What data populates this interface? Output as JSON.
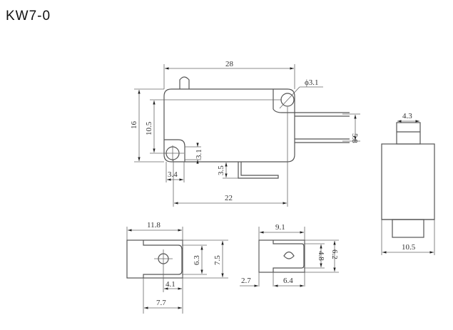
{
  "title": "KW7-0",
  "drawing": {
    "side_view": {
      "overall_length": "28",
      "mount_hole_dia": "ϕ3.1",
      "height": "16",
      "hole_spacing_v": "10.5",
      "hole_dia_small": "3.1",
      "hole_offset_x": "3.4",
      "hole_spacing_h": "22",
      "lever_offset": "3.5",
      "terminal_pitch": "5.8"
    },
    "end_view": {
      "plunger_width": "4.3",
      "body_width": "10.5"
    },
    "terminal_a": {
      "overall_width": "11.8",
      "slot_height": "6.3",
      "overall_height": "7.5",
      "hole_offset": "4.1",
      "tab_width": "7.7"
    },
    "terminal_b": {
      "overall_width": "9.1",
      "slot_height": "4.8",
      "overall_height": "6.2",
      "left_offset": "2.7",
      "tab_width": "6.4"
    }
  }
}
